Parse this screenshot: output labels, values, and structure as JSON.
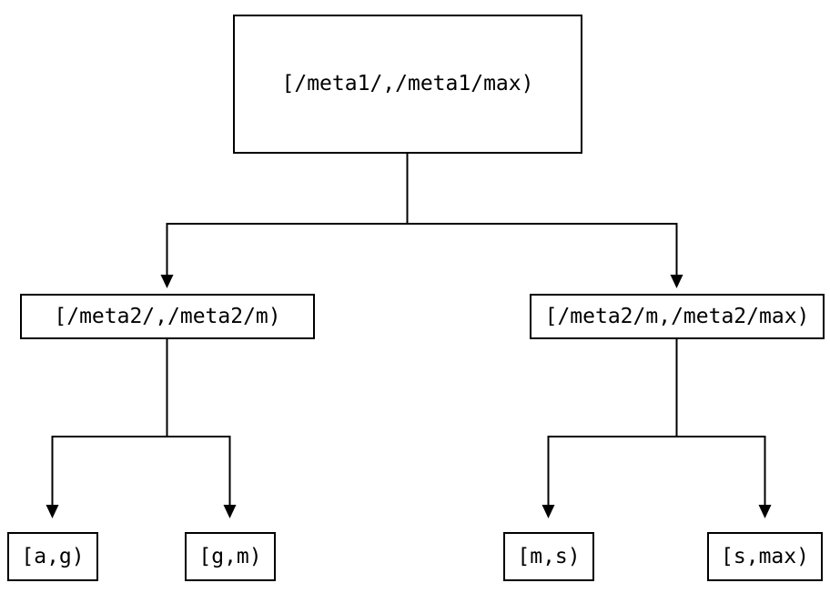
{
  "diagram": {
    "type": "binary-interval-tree",
    "nodes": {
      "root": "[/meta1/,/meta1/max)",
      "left": "[/meta2/,/meta2/m)",
      "right": "[/meta2/m,/meta2/max)",
      "leaf_ag": "[a,g)",
      "leaf_gm": "[g,m)",
      "leaf_ms": "[m,s)",
      "leaf_smax": "[s,max)"
    },
    "colors": {
      "background": "#ffffff",
      "line": "#000000",
      "box_border": "#000000",
      "text": "#000000"
    }
  }
}
